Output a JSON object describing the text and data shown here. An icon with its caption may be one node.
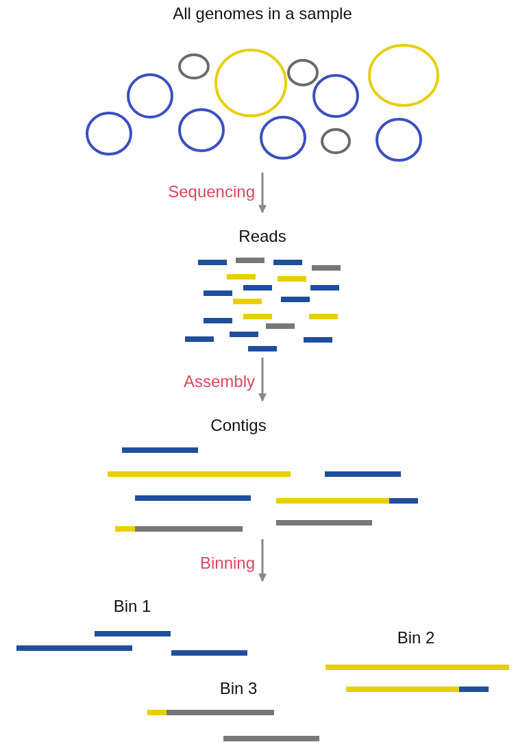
{
  "diagram": {
    "nodes": [
      {
        "text": [
          "All genomes in a sample"
        ]
      },
      {
        "text": [
          "Reads"
        ]
      },
      {
        "text": [
          "Contigs"
        ]
      },
      {
        "text": [
          "Bin 1"
        ]
      },
      {
        "text": [
          "Bin 2"
        ]
      },
      {
        "text": [
          "Bin 3"
        ]
      }
    ],
    "edges": [
      {
        "from": 0,
        "to": 1,
        "arrow": "to",
        "label": "Sequencing"
      },
      {
        "from": 1,
        "to": 2,
        "arrow": "to",
        "label": "Assembly"
      },
      {
        "from": 2,
        "to": null,
        "arrow": "to",
        "label": "Binning"
      }
    ]
  }
}
